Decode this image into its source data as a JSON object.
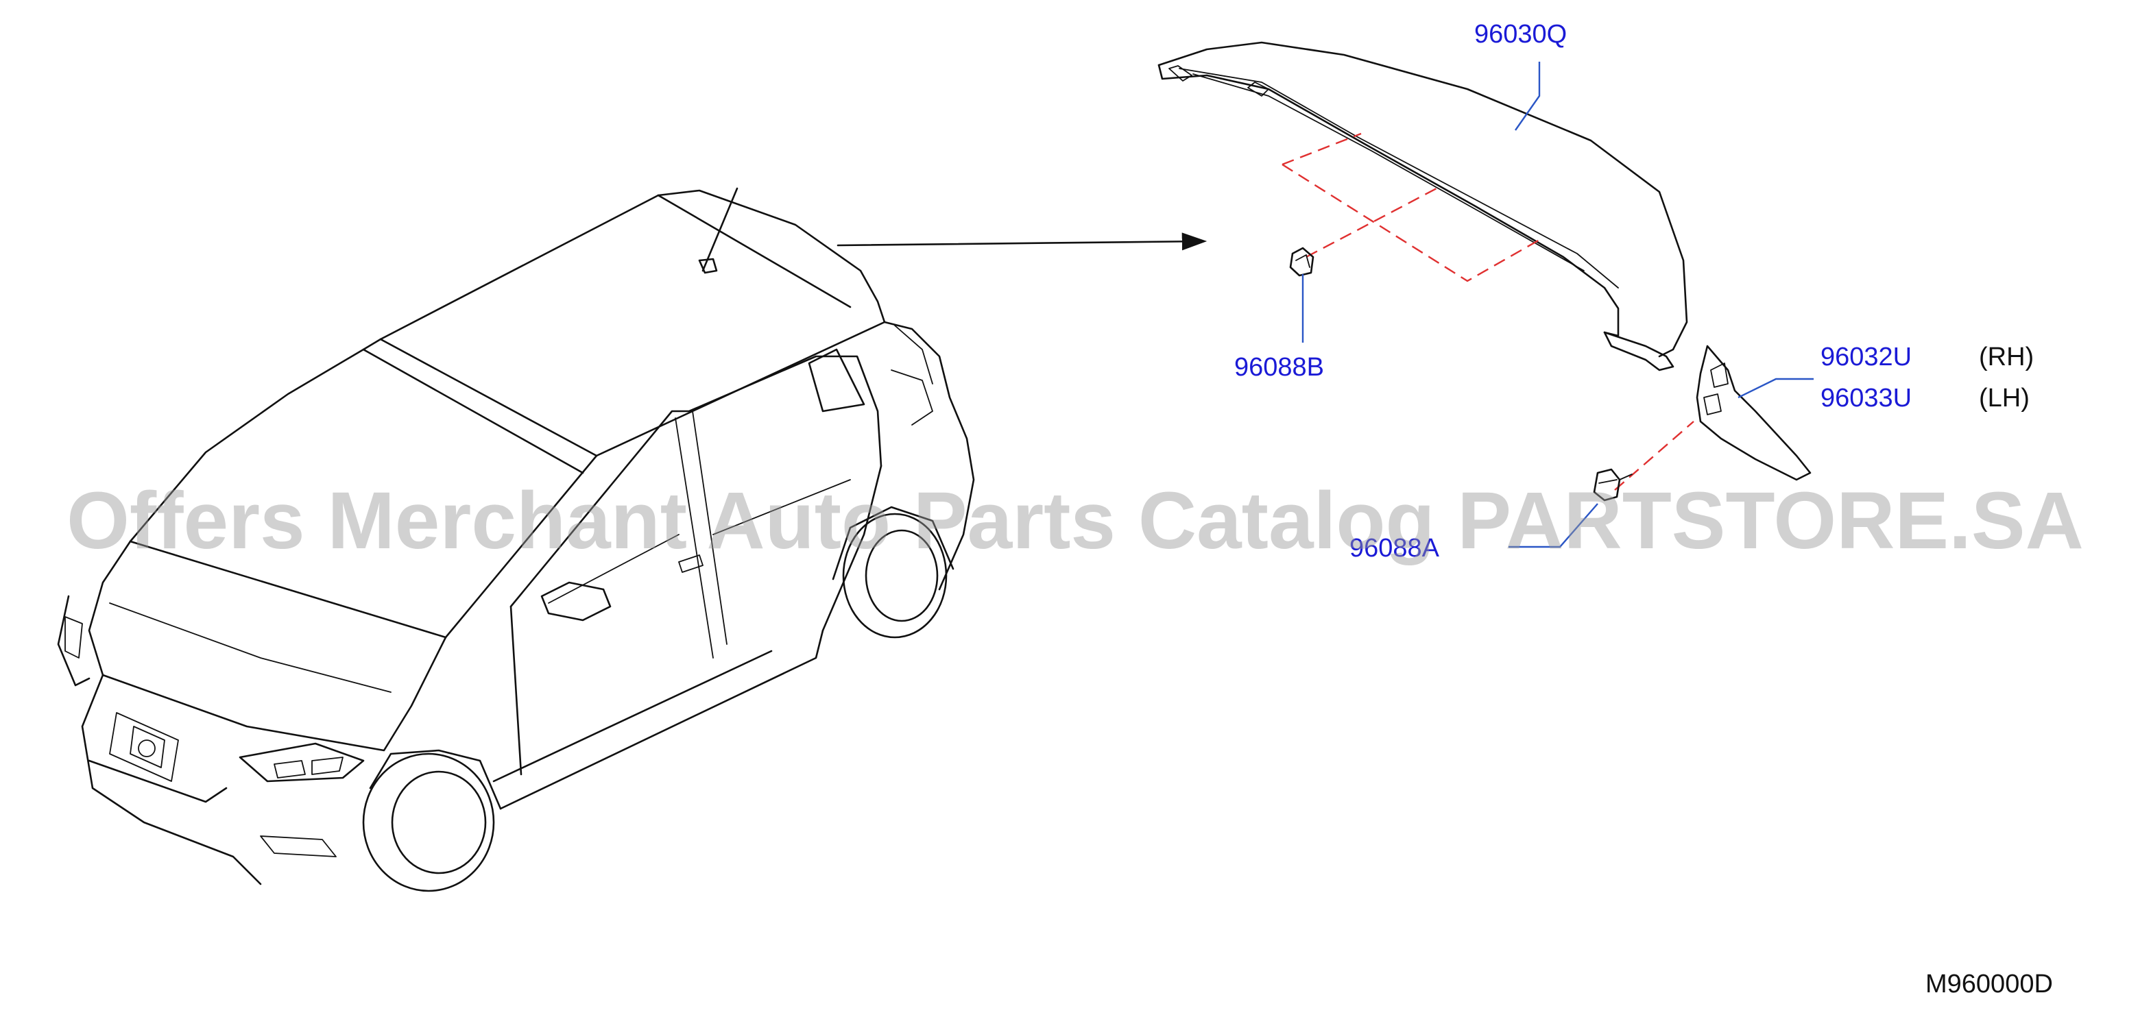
{
  "parts": [
    {
      "id": "96030Q",
      "side": ""
    },
    {
      "id": "96088B",
      "side": ""
    },
    {
      "id": "96032U",
      "side": "(RH)"
    },
    {
      "id": "96033U",
      "side": "(LH)"
    },
    {
      "id": "96088A",
      "side": ""
    }
  ],
  "reference_code": "M960000D",
  "watermark": "Offers Merchant Auto Parts Catalog PARTSTORE.SA",
  "colors": {
    "label": "#1a1ad6",
    "leader": "#2a56c6",
    "dashed_guide": "#e03030",
    "line_art": "#111111"
  }
}
